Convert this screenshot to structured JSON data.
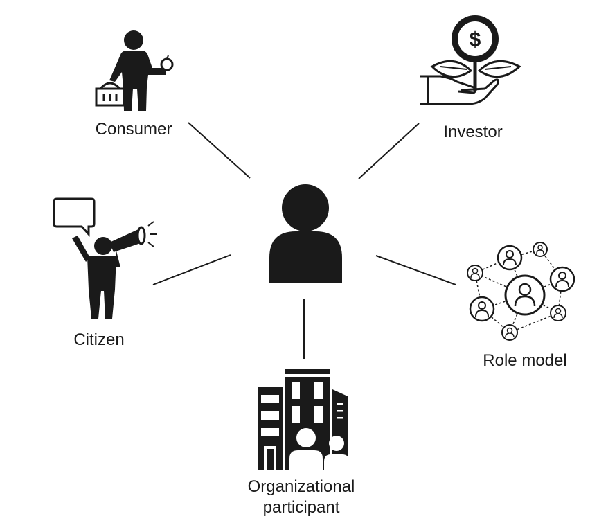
{
  "diagram": {
    "center": {
      "icon": "person-icon"
    },
    "roles": [
      {
        "id": "consumer",
        "label": "Consumer",
        "icon": "shopper-icon"
      },
      {
        "id": "investor",
        "label": "Investor",
        "icon": "money-plant-hand-icon"
      },
      {
        "id": "citizen",
        "label": "Citizen",
        "icon": "megaphone-speaker-icon"
      },
      {
        "id": "role_model",
        "label": "Role model",
        "icon": "network-people-icon"
      },
      {
        "id": "organizational_participant",
        "label_lines": [
          "Organizational",
          "participant"
        ],
        "icon": "office-building-people-icon"
      }
    ]
  },
  "colors": {
    "ink": "#1a1a1a",
    "background": "#ffffff"
  }
}
